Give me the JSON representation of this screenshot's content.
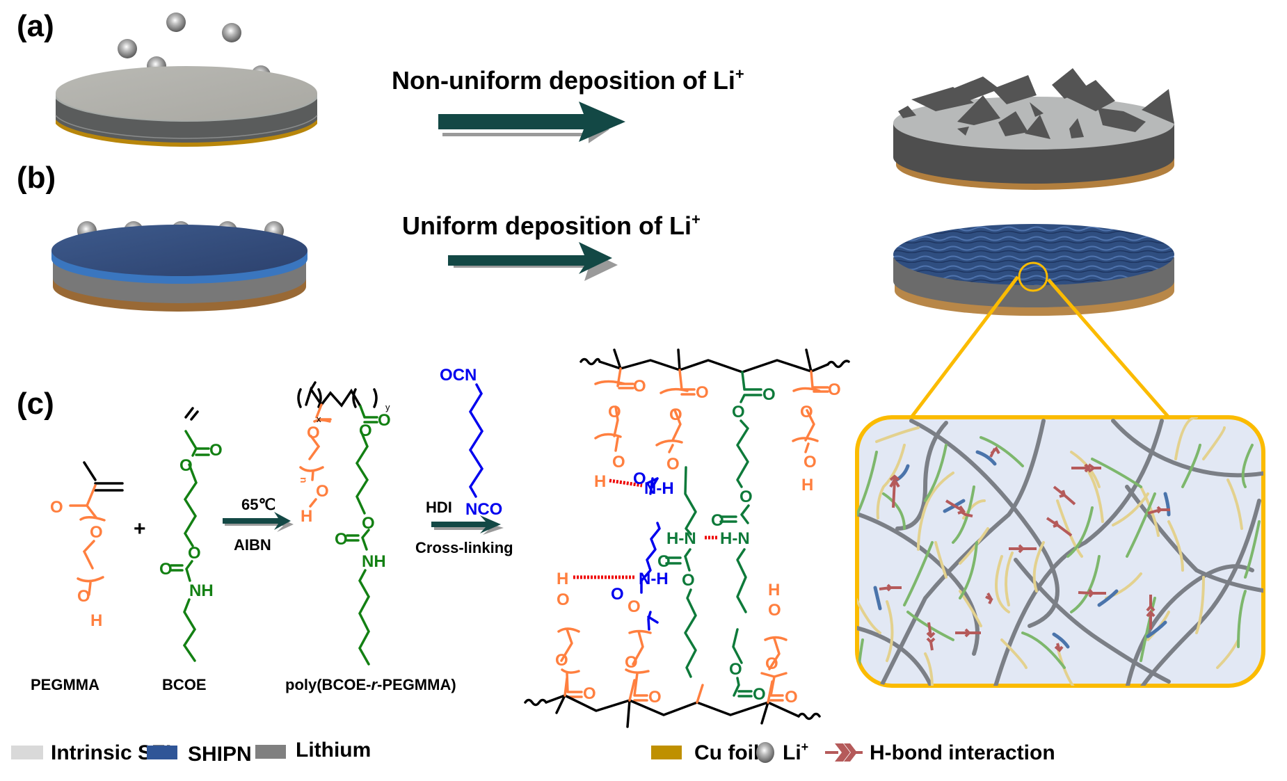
{
  "panels": {
    "a": {
      "label": "(a)",
      "caption": "Non-uniform deposition of Li",
      "caption_sup": "+",
      "li_ion_count": 5
    },
    "b": {
      "label": "(b)",
      "caption": "Uniform deposition of Li",
      "caption_sup": "+",
      "li_ion_count": 5
    },
    "c": {
      "label": "(c)",
      "plus": "+",
      "step1": {
        "above": "65℃",
        "below": "AIBN"
      },
      "step2": {
        "above": "HDI",
        "below": "Cross-linking"
      },
      "compounds": {
        "pegmma": "PEGMMA",
        "bcoe": "BCOE",
        "polymer_prefix": "poly(BCOE-",
        "polymer_italic": "r",
        "polymer_suffix": "-PEGMMA)"
      },
      "atoms": {
        "O": "O",
        "OH_H": "H",
        "NH": "NH",
        "NCO": "NCO",
        "OCN": "OCN",
        "NH_dash": "N-H",
        "HN_dash": "H-N",
        "n": "n",
        "x": "x",
        "y": "y"
      }
    }
  },
  "colors": {
    "pegmma": "#ff7f3f",
    "bcoe": "#138013",
    "bcoe_network": "#0e7a3a",
    "hdi": "#0000ee",
    "hbond": "#ee0000",
    "arrow": "#134845",
    "zoom_frame": "#fbbb00",
    "intrinsic_sei": "#d9d9d9",
    "shipn": "#2f5597",
    "lithium": "#808080",
    "cu_foil": "#bf9000",
    "hbond_symbol": "#b55a5a"
  },
  "legend": [
    {
      "label": "Intrinsic SEI",
      "swatch": "intrinsic_sei"
    },
    {
      "label": "SHIPN",
      "swatch": "shipn"
    },
    {
      "label": "Lithium",
      "swatch": "lithium"
    },
    {
      "label": "Cu foil",
      "swatch": "cu_foil"
    },
    {
      "label": "Li",
      "sup": "+",
      "swatch": "li-sphere"
    },
    {
      "label": "H-bond interaction",
      "swatch": "hbond-arrow"
    }
  ]
}
